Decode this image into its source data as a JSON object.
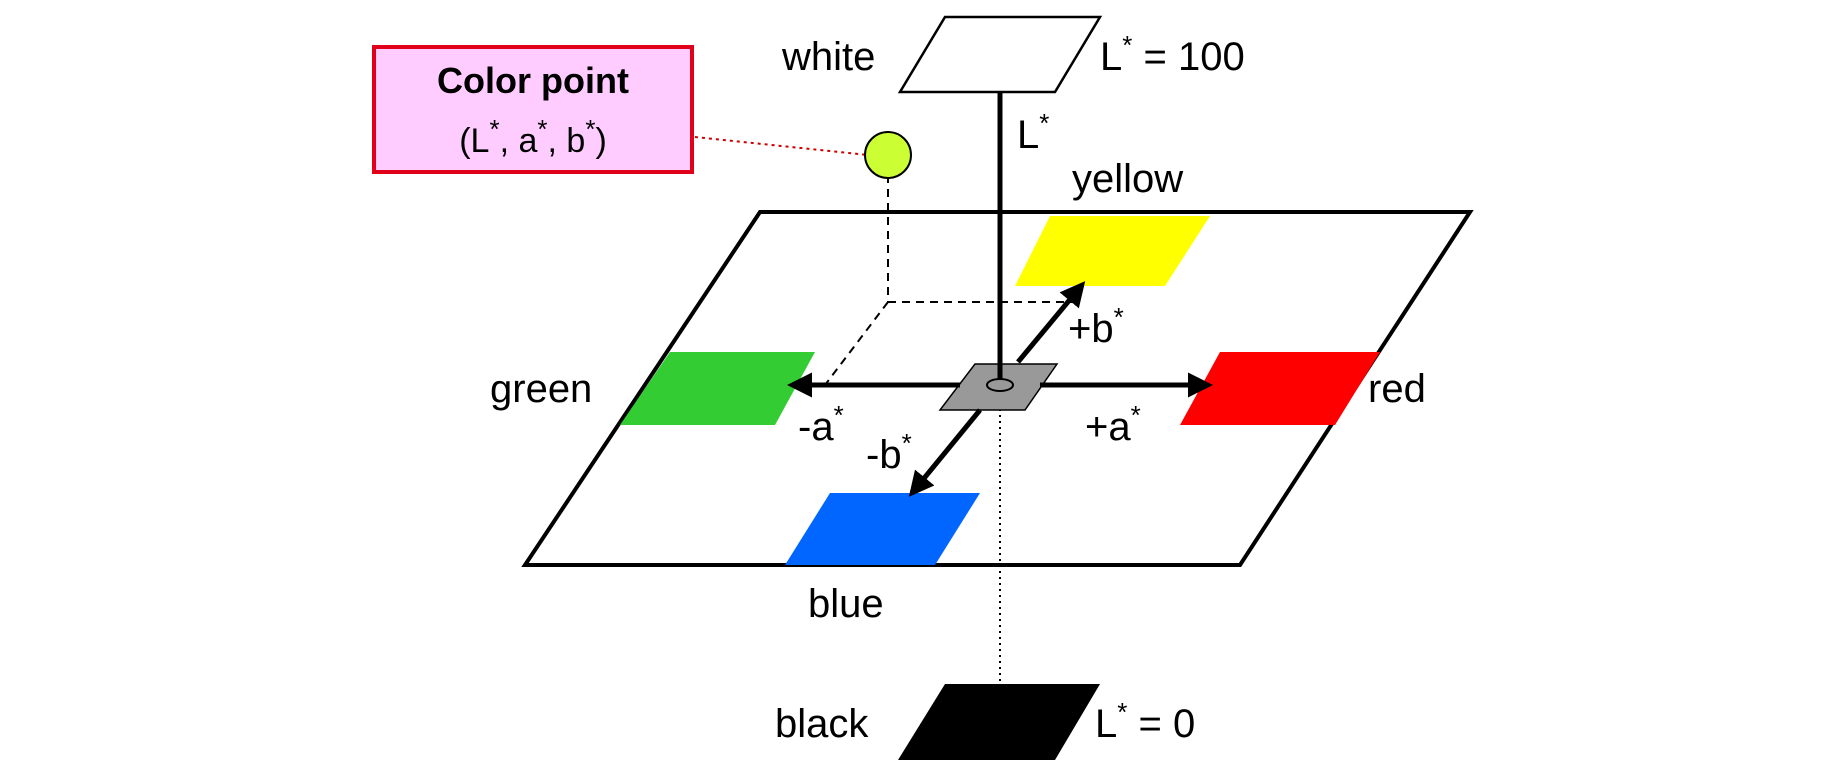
{
  "callout": {
    "title": "Color point",
    "coords_open": "(L",
    "coords_sep1": ", a",
    "coords_sep2": ", b",
    "coords_close": ")",
    "star": "*",
    "fill_color": "#ffccff",
    "border_color": "#e0001a"
  },
  "labels": {
    "white": "white",
    "black": "black",
    "yellow": "yellow",
    "green": "green",
    "red": "red",
    "blue": "blue",
    "L_axis": "L",
    "L_top_prefix": "L",
    "L_top_value": " = 100",
    "L_bottom_prefix": "L",
    "L_bottom_value": " = 0",
    "plus_b": "+b",
    "minus_b": "-b",
    "plus_a": "+a",
    "minus_a": "-a",
    "star": "*"
  },
  "colors": {
    "yellow": "#ffff00",
    "green": "#33cc33",
    "red": "#ff0000",
    "blue": "#0066ff",
    "black": "#000000",
    "white": "#ffffff",
    "center_gray": "#999999",
    "color_point": "#ccff33",
    "dotted_red": "#cc0000"
  }
}
